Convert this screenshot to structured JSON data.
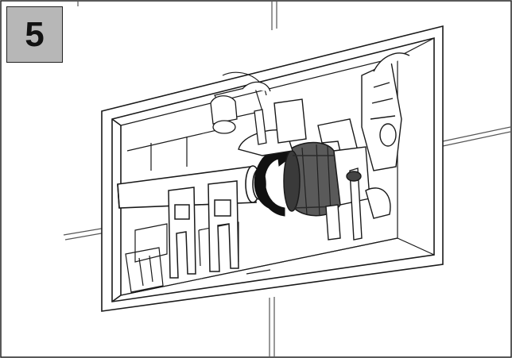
{
  "step": {
    "number": "5"
  },
  "illustration": {
    "name": "flush-valve-hose-connection",
    "arrow_direction": "counterclockwise",
    "colors": {
      "line": "#1a1a1a",
      "fill": "#ffffff",
      "nut": "#5a5a5a",
      "nut_dark": "#3a3a3a",
      "arrow": "#111111",
      "step_badge": "#b7b7b7",
      "tile_joint": "#555555"
    }
  }
}
